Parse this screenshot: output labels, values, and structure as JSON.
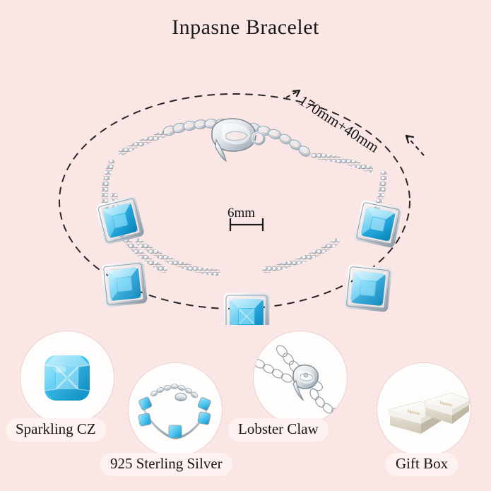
{
  "page": {
    "background_color": "#fae7e5",
    "title": "Inpasne Bracelet"
  },
  "hero": {
    "product_name": "blue cushion-cut cubic zirconia station bracelet",
    "length_label": "170mm+40mm",
    "stone_size_label": "6mm",
    "ellipse_style": "dashed",
    "stone_color": "#4fc3f2",
    "metal_color": "#d8dde2"
  },
  "features": [
    {
      "id": "sparkling-cz",
      "label": "Sparkling CZ",
      "thumbnail": "cushion-cut-gem-icon"
    },
    {
      "id": "sterling-silver",
      "label": "925 Sterling Silver",
      "thumbnail": "bracelet-icon"
    },
    {
      "id": "lobster-claw",
      "label": "Lobster Claw",
      "thumbnail": "lobster-clasp-icon"
    },
    {
      "id": "gift-box",
      "label": "Gift Box",
      "thumbnail": "gift-box-icon"
    }
  ],
  "colors": {
    "background": "#fae7e5",
    "gem_blue": "#45c3ef",
    "gem_blue_deep": "#1a9fd4",
    "gem_blue_light": "#bfeafb",
    "silver_light": "#fbfcfd",
    "silver_mid": "#c9d1d8",
    "silver_dark": "#8e9aa5",
    "pill_background": "#fdf2f0",
    "circle_background": "#fffdfc",
    "circle_border": "#e8cfcb",
    "text": "#151515"
  }
}
